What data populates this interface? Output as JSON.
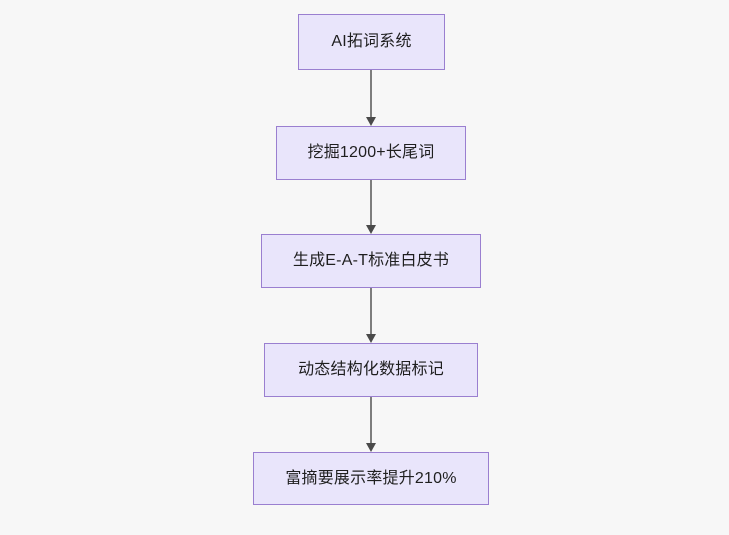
{
  "diagram": {
    "type": "flowchart",
    "orientation": "top-to-bottom",
    "background_color": "#f7f7f7",
    "node_fill_color": "#e9e5fb",
    "node_border_color": "#9a7fd0",
    "node_text_color": "#1f1f1f",
    "connector_color": "#7d7d7d",
    "arrowhead_color": "#4a4a4a",
    "nodes": [
      {
        "id": "node-1",
        "label": "AI拓词系统"
      },
      {
        "id": "node-2",
        "label": "挖掘1200+长尾词"
      },
      {
        "id": "node-3",
        "label": "生成E-A-T标准白皮书"
      },
      {
        "id": "node-4",
        "label": "动态结构化数据标记"
      },
      {
        "id": "node-5",
        "label": "富摘要展示率提升210%"
      }
    ],
    "edges": [
      {
        "id": "edge-1",
        "from": "node-1",
        "to": "node-2",
        "label": ""
      },
      {
        "id": "edge-2",
        "from": "node-2",
        "to": "node-3",
        "label": ""
      },
      {
        "id": "edge-3",
        "from": "node-3",
        "to": "node-4",
        "label": ""
      },
      {
        "id": "edge-4",
        "from": "node-4",
        "to": "node-5",
        "label": ""
      }
    ]
  }
}
